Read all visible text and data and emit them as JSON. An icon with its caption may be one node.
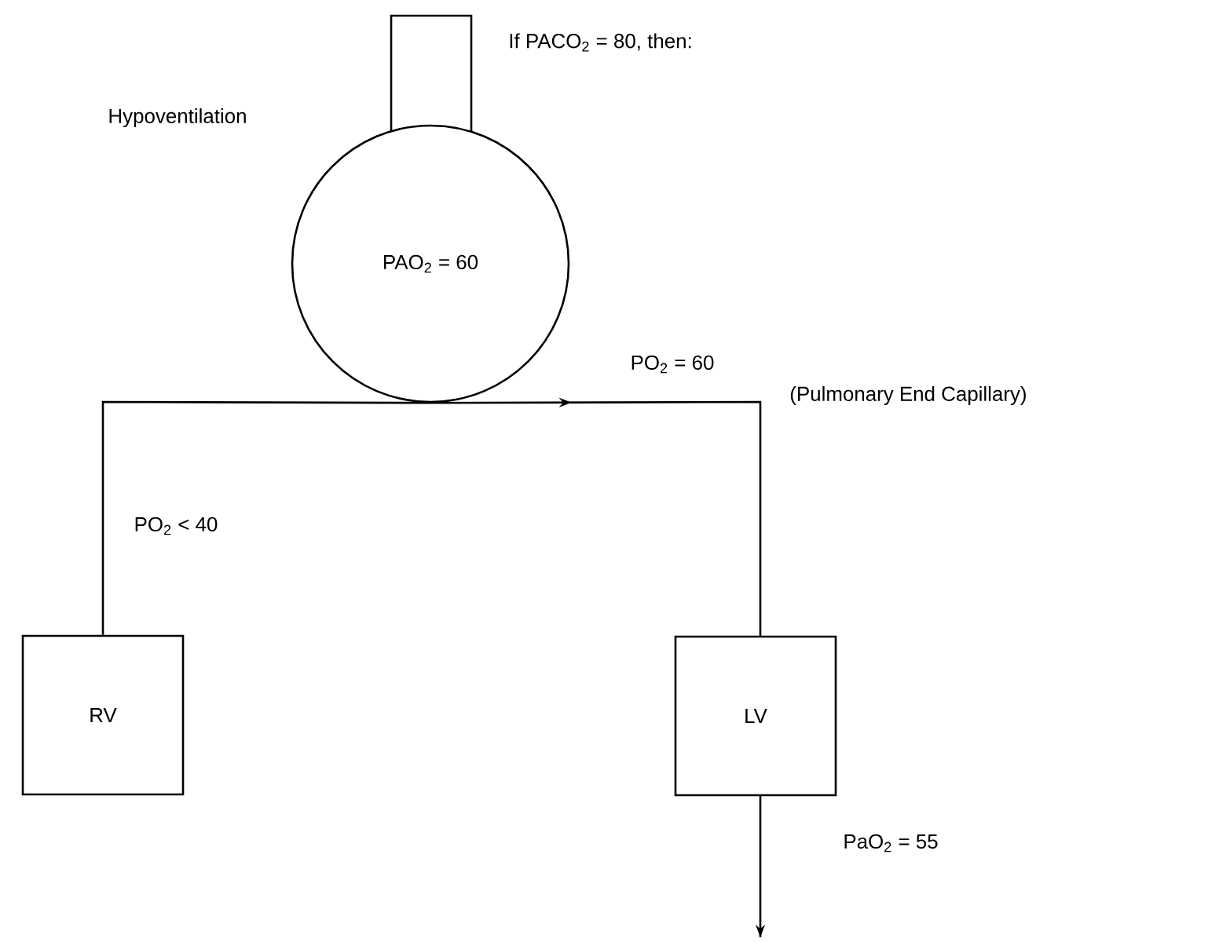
{
  "diagram": {
    "nodes": [
      {
        "text": [
          "PAO$_{2}$ = 60"
        ]
      },
      {
        "text": [
          "RV"
        ]
      },
      {
        "text": [
          "LV"
        ]
      }
    ],
    "edges": [
      {
        "from": 1,
        "to": 0,
        "arrow": "none",
        "label": "PO$_{2}$ < 40"
      },
      {
        "from": 0,
        "to": 2,
        "arrow": "to",
        "label": "PO$_{2}$ = 60"
      },
      {
        "from": 2,
        "to": null,
        "arrow": "to",
        "label": "PaO$_{2}$ = 55"
      }
    ],
    "labels": [
      "If PACO$_{2}$ = 80, then:",
      "Hypoventilation",
      "(Pulmonary End Capillary)"
    ]
  }
}
